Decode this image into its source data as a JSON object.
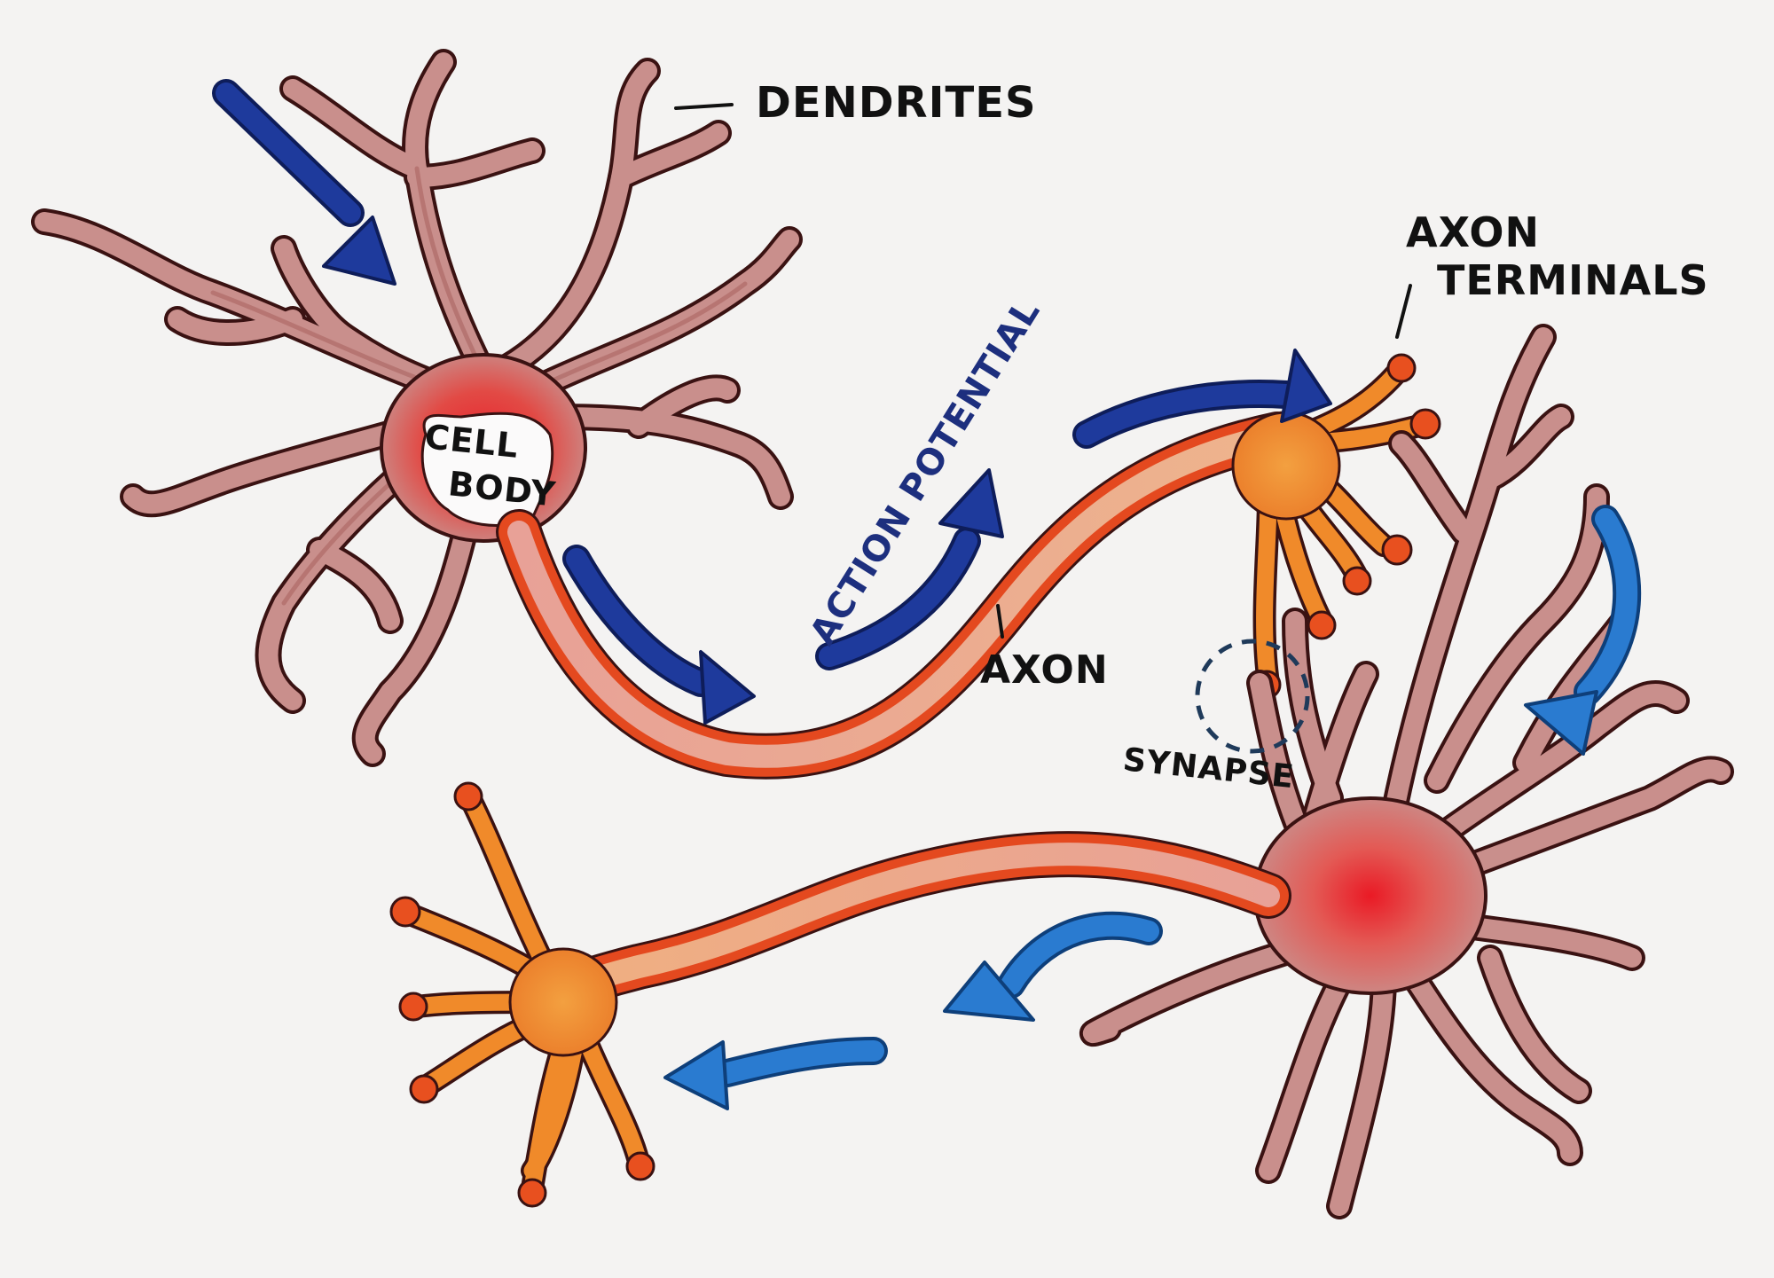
{
  "diagram": {
    "labels": {
      "dendrites": "DENDRITES",
      "cell_body_line1": "CELL",
      "cell_body_line2": "BODY",
      "action_potential": "ACTION POTENTIAL",
      "axon": "AXON",
      "axon_terminals_line1": "AXON",
      "axon_terminals_line2": "TERMINALS",
      "synapse": "SYNAPSE"
    },
    "colors": {
      "paper": "#f4f3f2",
      "outline": "#3a1212",
      "dendrite_fill": "#c98f8c",
      "dendrite_shade": "#a8605d",
      "soma_core": "#e8202a",
      "axon_outer": "#e4491f",
      "axon_inner": "#eaa090",
      "terminal_fill": "#f08a2a",
      "terminal_bulb": "#e8501f",
      "arrow_dark_blue": "#1e3a9c",
      "arrow_light_blue": "#2a7bd0",
      "text": "#111111",
      "text_blue": "#1d2f7e"
    },
    "icons": [
      "signal-direction-arrow-icon",
      "synapse-dashed-circle-icon"
    ]
  }
}
